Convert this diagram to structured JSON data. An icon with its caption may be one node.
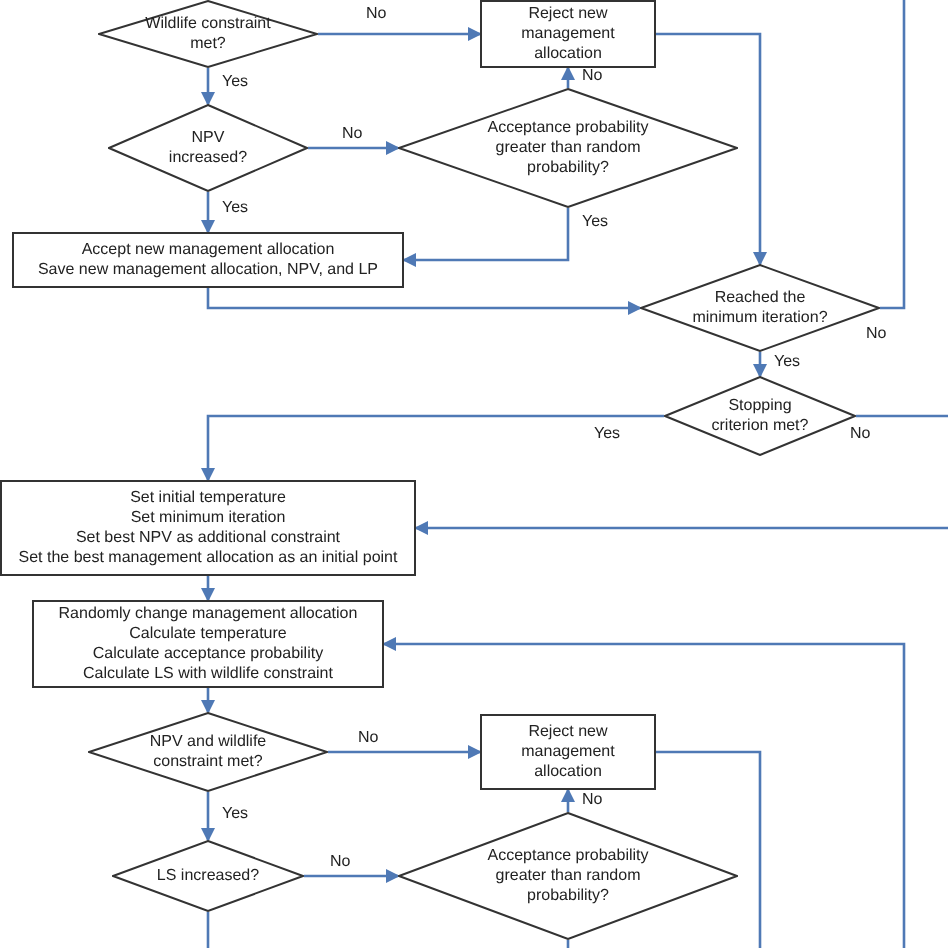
{
  "diagram": {
    "nodes": [
      {
        "text": [
          "Wildlife constraint met?"
        ]
      },
      {
        "text": [
          "Reject new management allocation"
        ]
      },
      {
        "text": [
          "NPV increased?"
        ]
      },
      {
        "text": [
          "Acceptance probability greater than random probability?"
        ]
      },
      {
        "text": [
          "Accept new management allocation",
          "Save new management allocation, NPV, and LP"
        ]
      },
      {
        "text": [
          "Reached the minimum iteration?"
        ]
      },
      {
        "text": [
          "Stopping criterion met?"
        ]
      },
      {
        "text": [
          "Set initial temperature",
          "Set minimum iteration",
          "Set best NPV as additional constraint",
          "Set the best management allocation as an initial point"
        ]
      },
      {
        "text": [
          "Randomly change management allocation",
          "Calculate temperature",
          "Calculate acceptance probability",
          "Calculate LS with wildlife constraint"
        ]
      },
      {
        "text": [
          "NPV and wildlife constraint met?"
        ]
      },
      {
        "text": [
          "Reject new management allocation"
        ]
      },
      {
        "text": [
          "LS increased?"
        ]
      },
      {
        "text": [
          "Acceptance probability greater than random probability?"
        ]
      }
    ],
    "edges": [
      {
        "from": 0,
        "to": 1,
        "arrow": "to",
        "label": "No"
      },
      {
        "from": 0,
        "to": 2,
        "arrow": "to",
        "label": "Yes"
      },
      {
        "from": 2,
        "to": 3,
        "arrow": "to",
        "label": "No"
      },
      {
        "from": 2,
        "to": 4,
        "arrow": "to",
        "label": "Yes"
      },
      {
        "from": 3,
        "to": 1,
        "arrow": "to",
        "label": "No"
      },
      {
        "from": 3,
        "to": 4,
        "arrow": "to",
        "label": "Yes"
      },
      {
        "from": 1,
        "to": 5,
        "arrow": "to"
      },
      {
        "from": 4,
        "to": 5,
        "arrow": "to"
      },
      {
        "from": 5,
        "to": null,
        "arrow": "none",
        "label": "No"
      },
      {
        "from": 5,
        "to": 6,
        "arrow": "to",
        "label": "Yes"
      },
      {
        "from": 6,
        "to": 7,
        "arrow": "to",
        "label": "Yes"
      },
      {
        "from": 6,
        "to": null,
        "arrow": "none",
        "label": "No"
      },
      {
        "from": null,
        "to": 7,
        "arrow": "to"
      },
      {
        "from": 7,
        "to": 8,
        "arrow": "to"
      },
      {
        "from": null,
        "to": 8,
        "arrow": "to"
      },
      {
        "from": 8,
        "to": 9,
        "arrow": "to"
      },
      {
        "from": 9,
        "to": 10,
        "arrow": "to",
        "label": "No"
      },
      {
        "from": 9,
        "to": 11,
        "arrow": "to",
        "label": "Yes"
      },
      {
        "from": 11,
        "to": 12,
        "arrow": "to",
        "label": "No"
      },
      {
        "from": 12,
        "to": 10,
        "arrow": "to",
        "label": "No"
      },
      {
        "from": 10,
        "to": null,
        "arrow": "none"
      },
      {
        "from": 11,
        "to": null,
        "arrow": "none"
      },
      {
        "from": 12,
        "to": null,
        "arrow": "none"
      }
    ]
  }
}
